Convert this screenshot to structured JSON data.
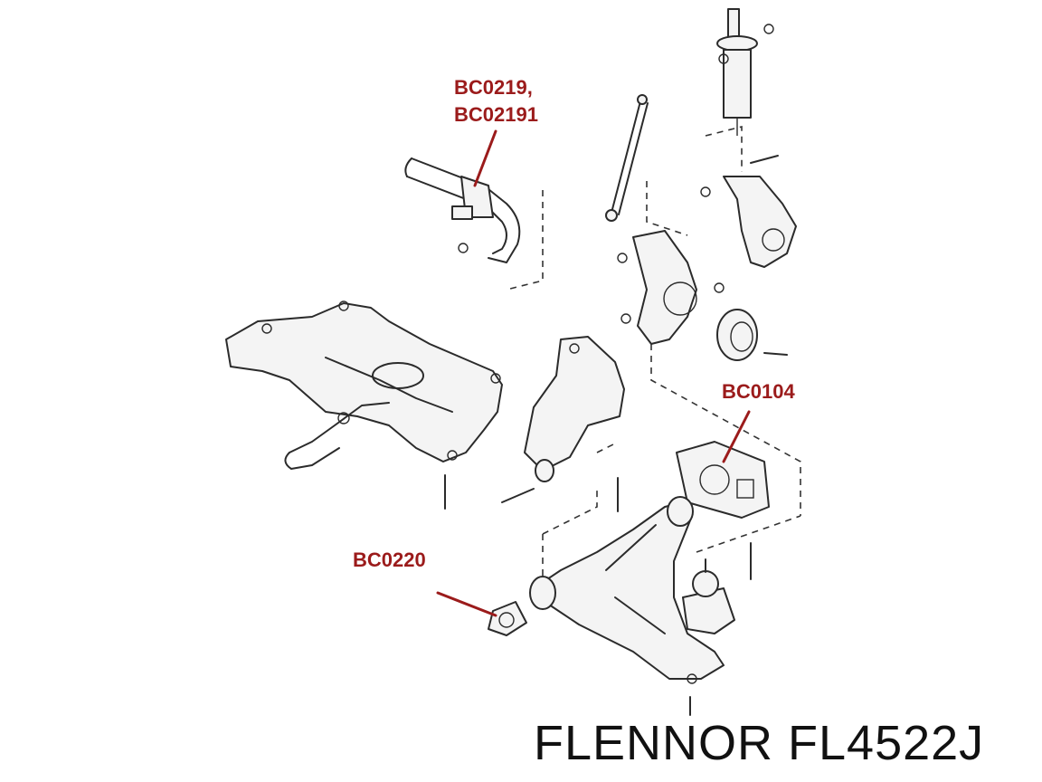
{
  "callouts": {
    "stabilizer_bushing_line1": "BC0219,",
    "stabilizer_bushing_line2": "BC02191",
    "rear_arm_bushing": "BC0104",
    "front_arm_bushing": "BC0220"
  },
  "brand_caption": "FLENNOR FL4522J",
  "colors": {
    "callout_text": "#9b1b1b",
    "drawing_line": "#2b2b2b",
    "background": "#ffffff"
  }
}
